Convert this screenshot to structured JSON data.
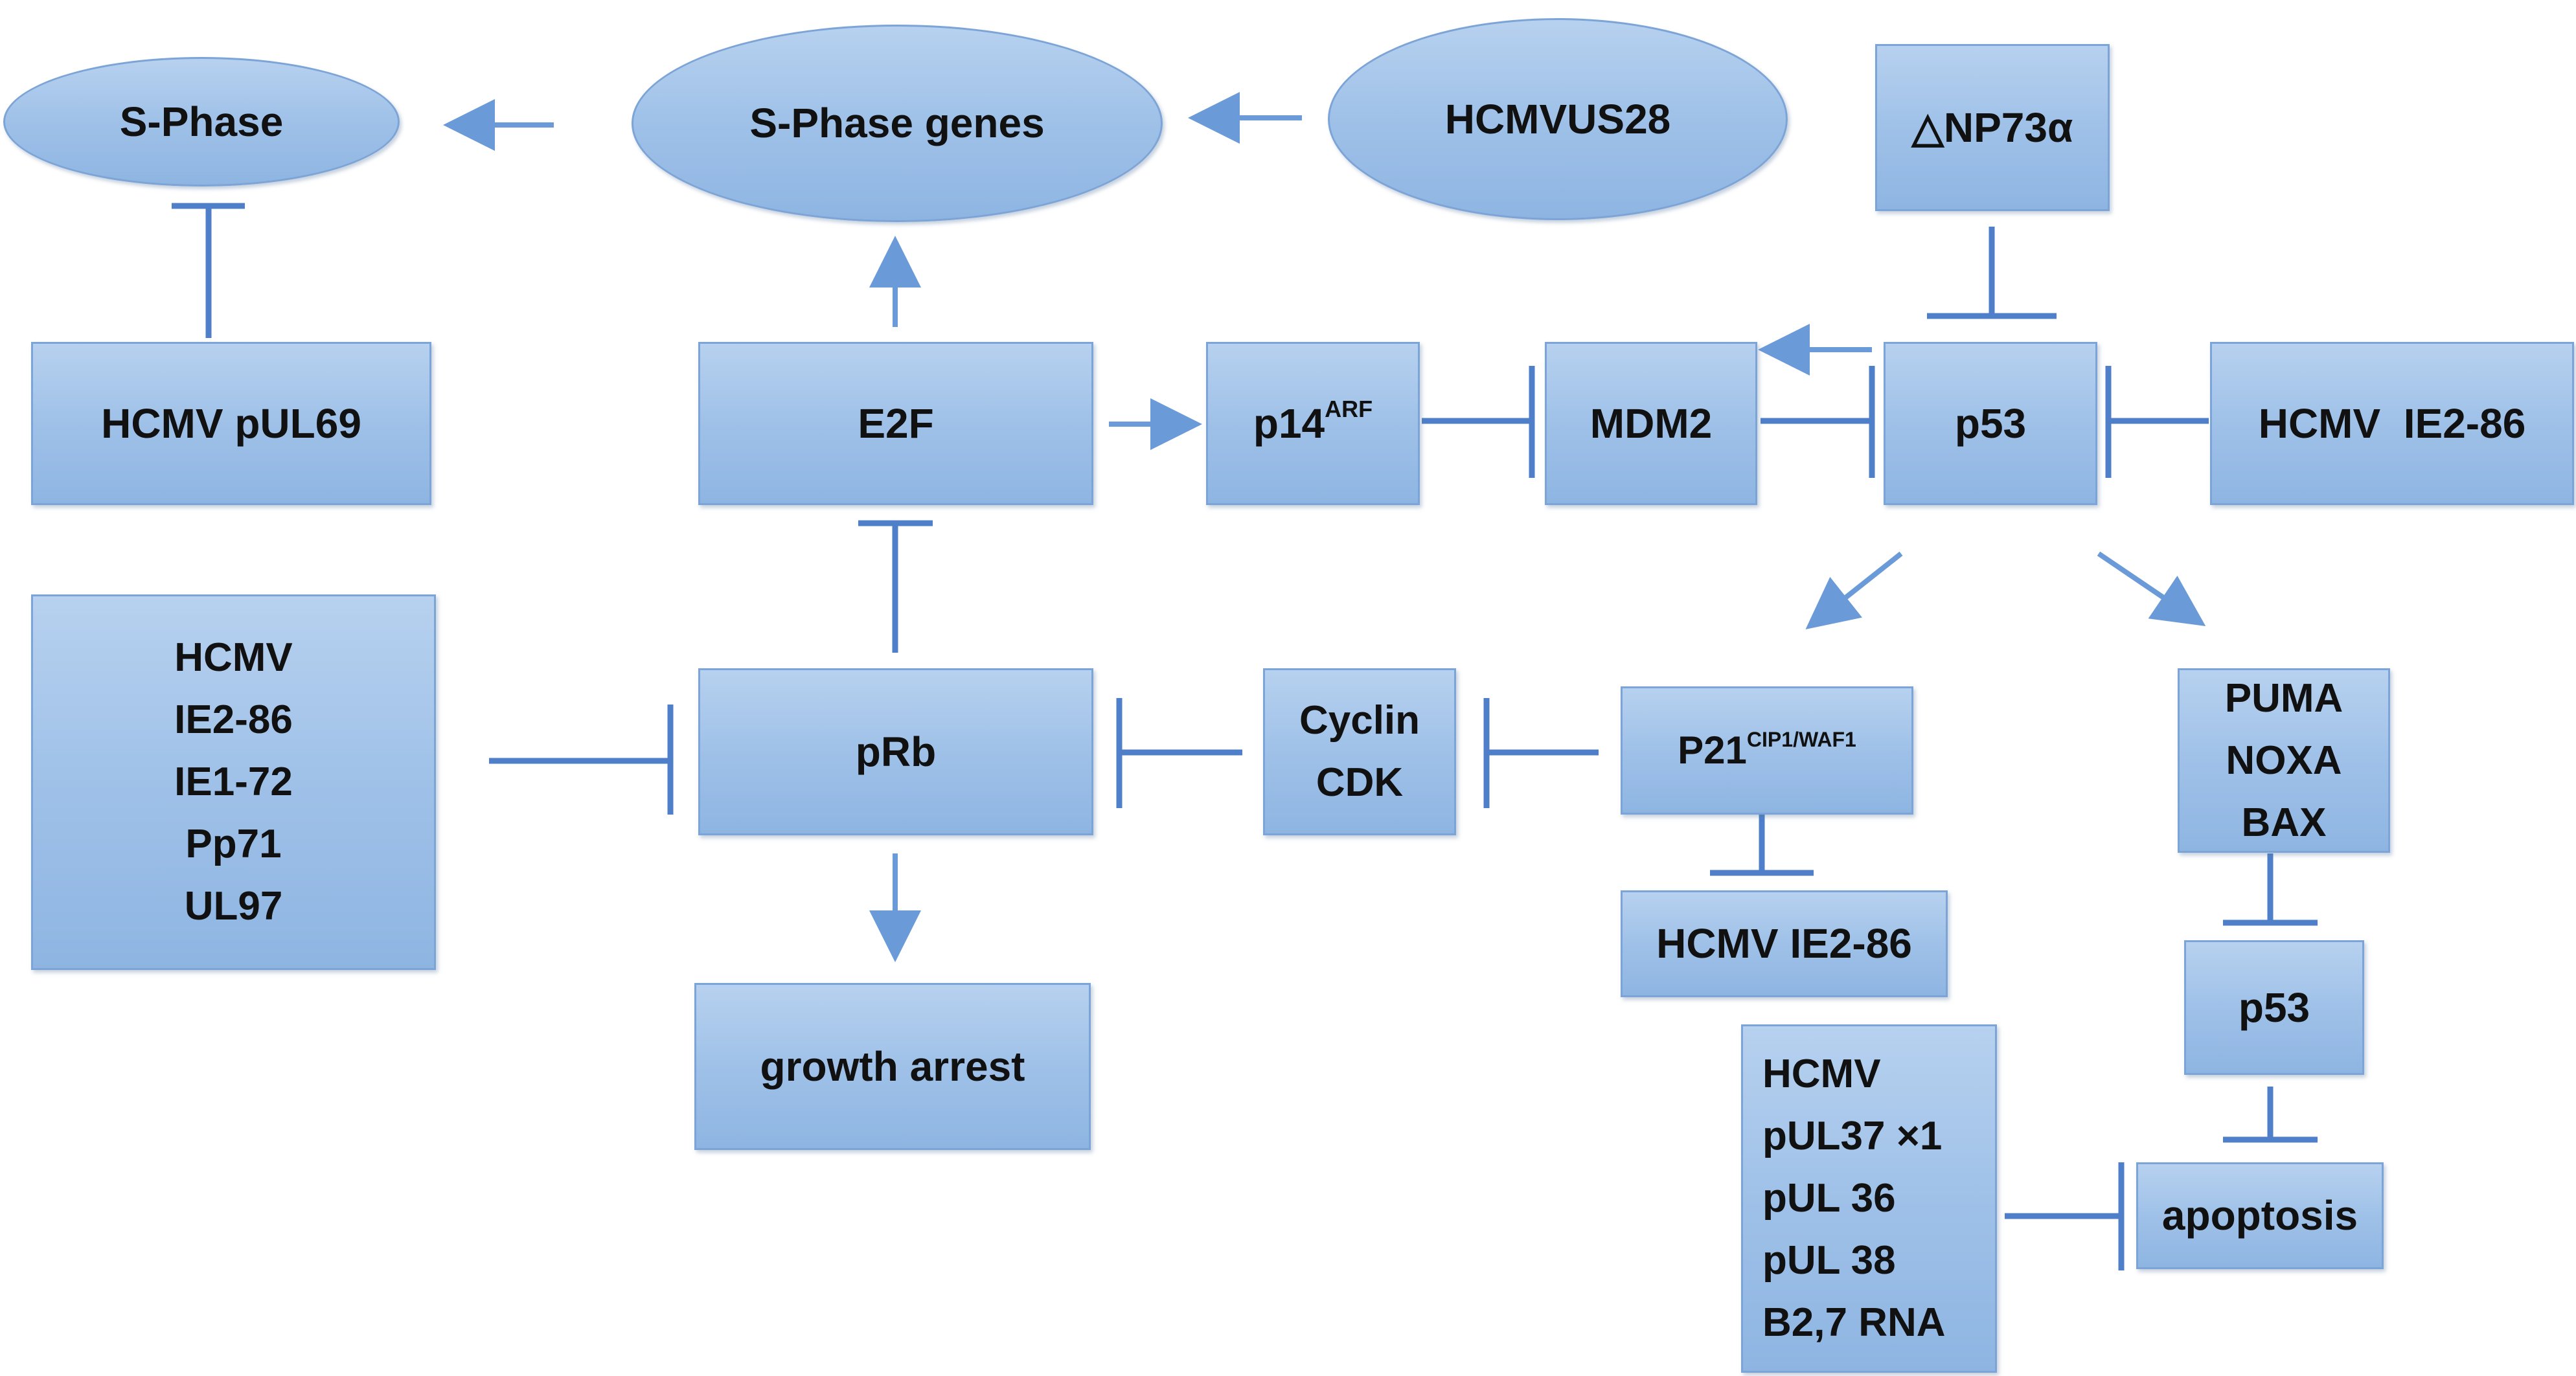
{
  "nodes": {
    "s_phase": "S-Phase",
    "s_phase_genes": "S-Phase genes",
    "hcmvus28": "HCMVUS28",
    "dnp73a": "△NP73α",
    "hcmv_pul69": "HCMV pUL69",
    "e2f": "E2F",
    "p14_base": "p14",
    "p14_sup": "ARF",
    "mdm2": "MDM2",
    "p53_main": "p53",
    "hcmv_ie2_86_right": "HCMV  IE2-86",
    "hcmv_group_left": [
      "HCMV",
      "IE2-86",
      "IE1-72",
      "Pp71",
      "UL97"
    ],
    "prb": "pRb",
    "cyclin_cdk": [
      "Cyclin",
      "CDK"
    ],
    "p21_base": "P21",
    "p21_sup": "CIP1/WAF1",
    "puma_group": [
      "PUMA",
      "NOXA",
      "BAX"
    ],
    "hcmv_ie2_86_bottom": "HCMV IE2-86",
    "growth_arrest": "growth arrest",
    "p53_lower": "p53",
    "hcmv_group_bottom": [
      "HCMV",
      "pUL37 ×1",
      "pUL 36",
      "pUL 38",
      "B2,7 RNA"
    ],
    "apoptosis": "apoptosis"
  },
  "colors": {
    "box_fill": "#a4c4ea",
    "box_border": "#7da4d6",
    "arrow": "#6a9bd8",
    "inhibit": "#4f7fc9"
  }
}
